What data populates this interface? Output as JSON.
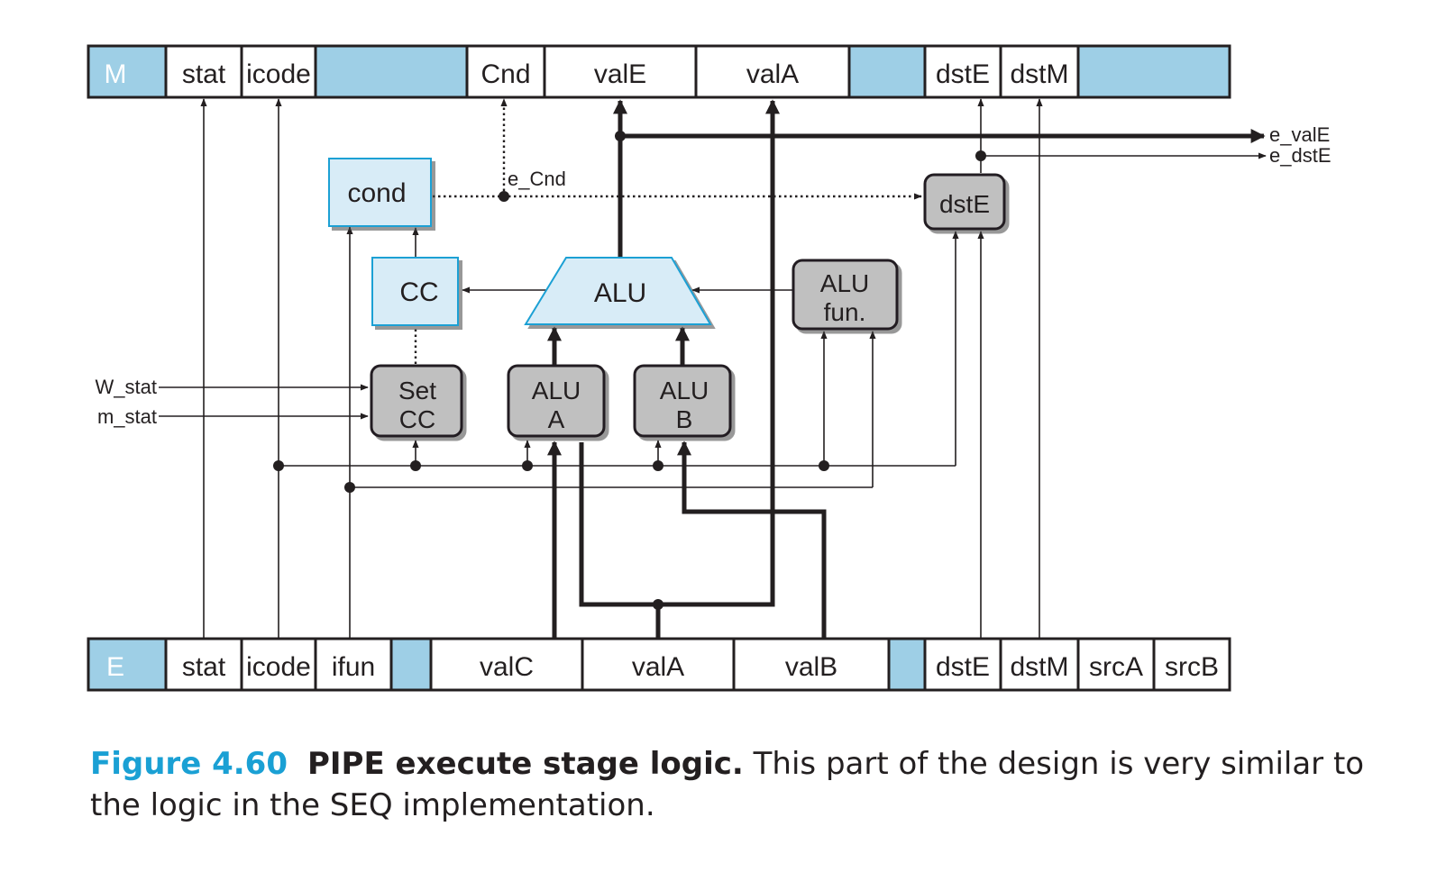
{
  "m_register": {
    "label": "M",
    "fields": [
      "stat",
      "icode",
      "",
      "Cnd",
      "valE",
      "valA",
      "",
      "dstE",
      "dstM",
      ""
    ]
  },
  "e_register": {
    "label": "E",
    "fields": [
      "stat",
      "icode",
      "ifun",
      "",
      "valC",
      "valA",
      "valB",
      "",
      "dstE",
      "dstM",
      "srcA",
      "srcB"
    ]
  },
  "blocks": {
    "cond": "cond",
    "cc": "CC",
    "alu": "ALU",
    "alu_fun_line1": "ALU",
    "alu_fun_line2": "fun.",
    "set_cc_line1": "Set",
    "set_cc_line2": "CC",
    "alu_a_line1": "ALU",
    "alu_a_line2": "A",
    "alu_b_line1": "ALU",
    "alu_b_line2": "B",
    "dste": "dstE"
  },
  "signals": {
    "e_cnd": "e_Cnd",
    "e_vale": "e_valE",
    "e_dste": "e_dstE",
    "w_stat": "W_stat",
    "m_stat": "m_stat"
  },
  "caption": {
    "number": "Figure 4.60",
    "title": "PIPE execute stage logic.",
    "text": "This part of the design is very similar to the logic in the SEQ implementation."
  },
  "colors": {
    "pipeline_register": "#9ecfe6",
    "hardware_unit": "#d8ecf7",
    "control_block": "#c0c0c0",
    "caption_accent": "#1aa0d4",
    "line": "#231f20"
  }
}
